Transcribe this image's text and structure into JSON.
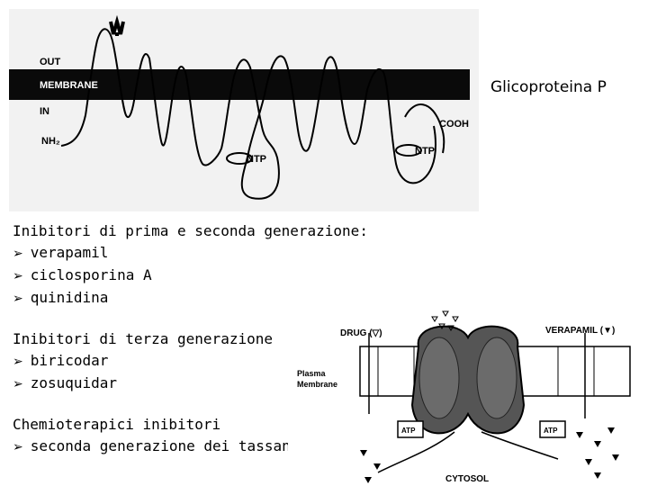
{
  "title": "Glicoproteina P",
  "top_diagram": {
    "out": "OUT",
    "membrane": "MEMBRANE",
    "in": "IN",
    "nh2": "NH₂",
    "cooh": "COOH",
    "ntp1": "NTP",
    "ntp2": "NTP"
  },
  "groups": [
    {
      "heading": "Inibitori di prima e seconda generazione:",
      "items": [
        "verapamil",
        "ciclosporina A",
        "quinidina"
      ]
    },
    {
      "heading": "Inibitori di terza generazione",
      "items": [
        "biricodar",
        "zosuquidar"
      ]
    },
    {
      "heading": "Chemioterapici inibitori",
      "items": [
        "seconda generazione dei tassani"
      ]
    }
  ],
  "bottom_diagram": {
    "drug": "DRUG (▽)",
    "verapamil": "VERAPAMIL (▼)",
    "plasma": "Plasma",
    "membrane": "Membrane",
    "atp_left": "ATP",
    "atp_right": "ATP",
    "cytosol": "CYTOSOL"
  }
}
